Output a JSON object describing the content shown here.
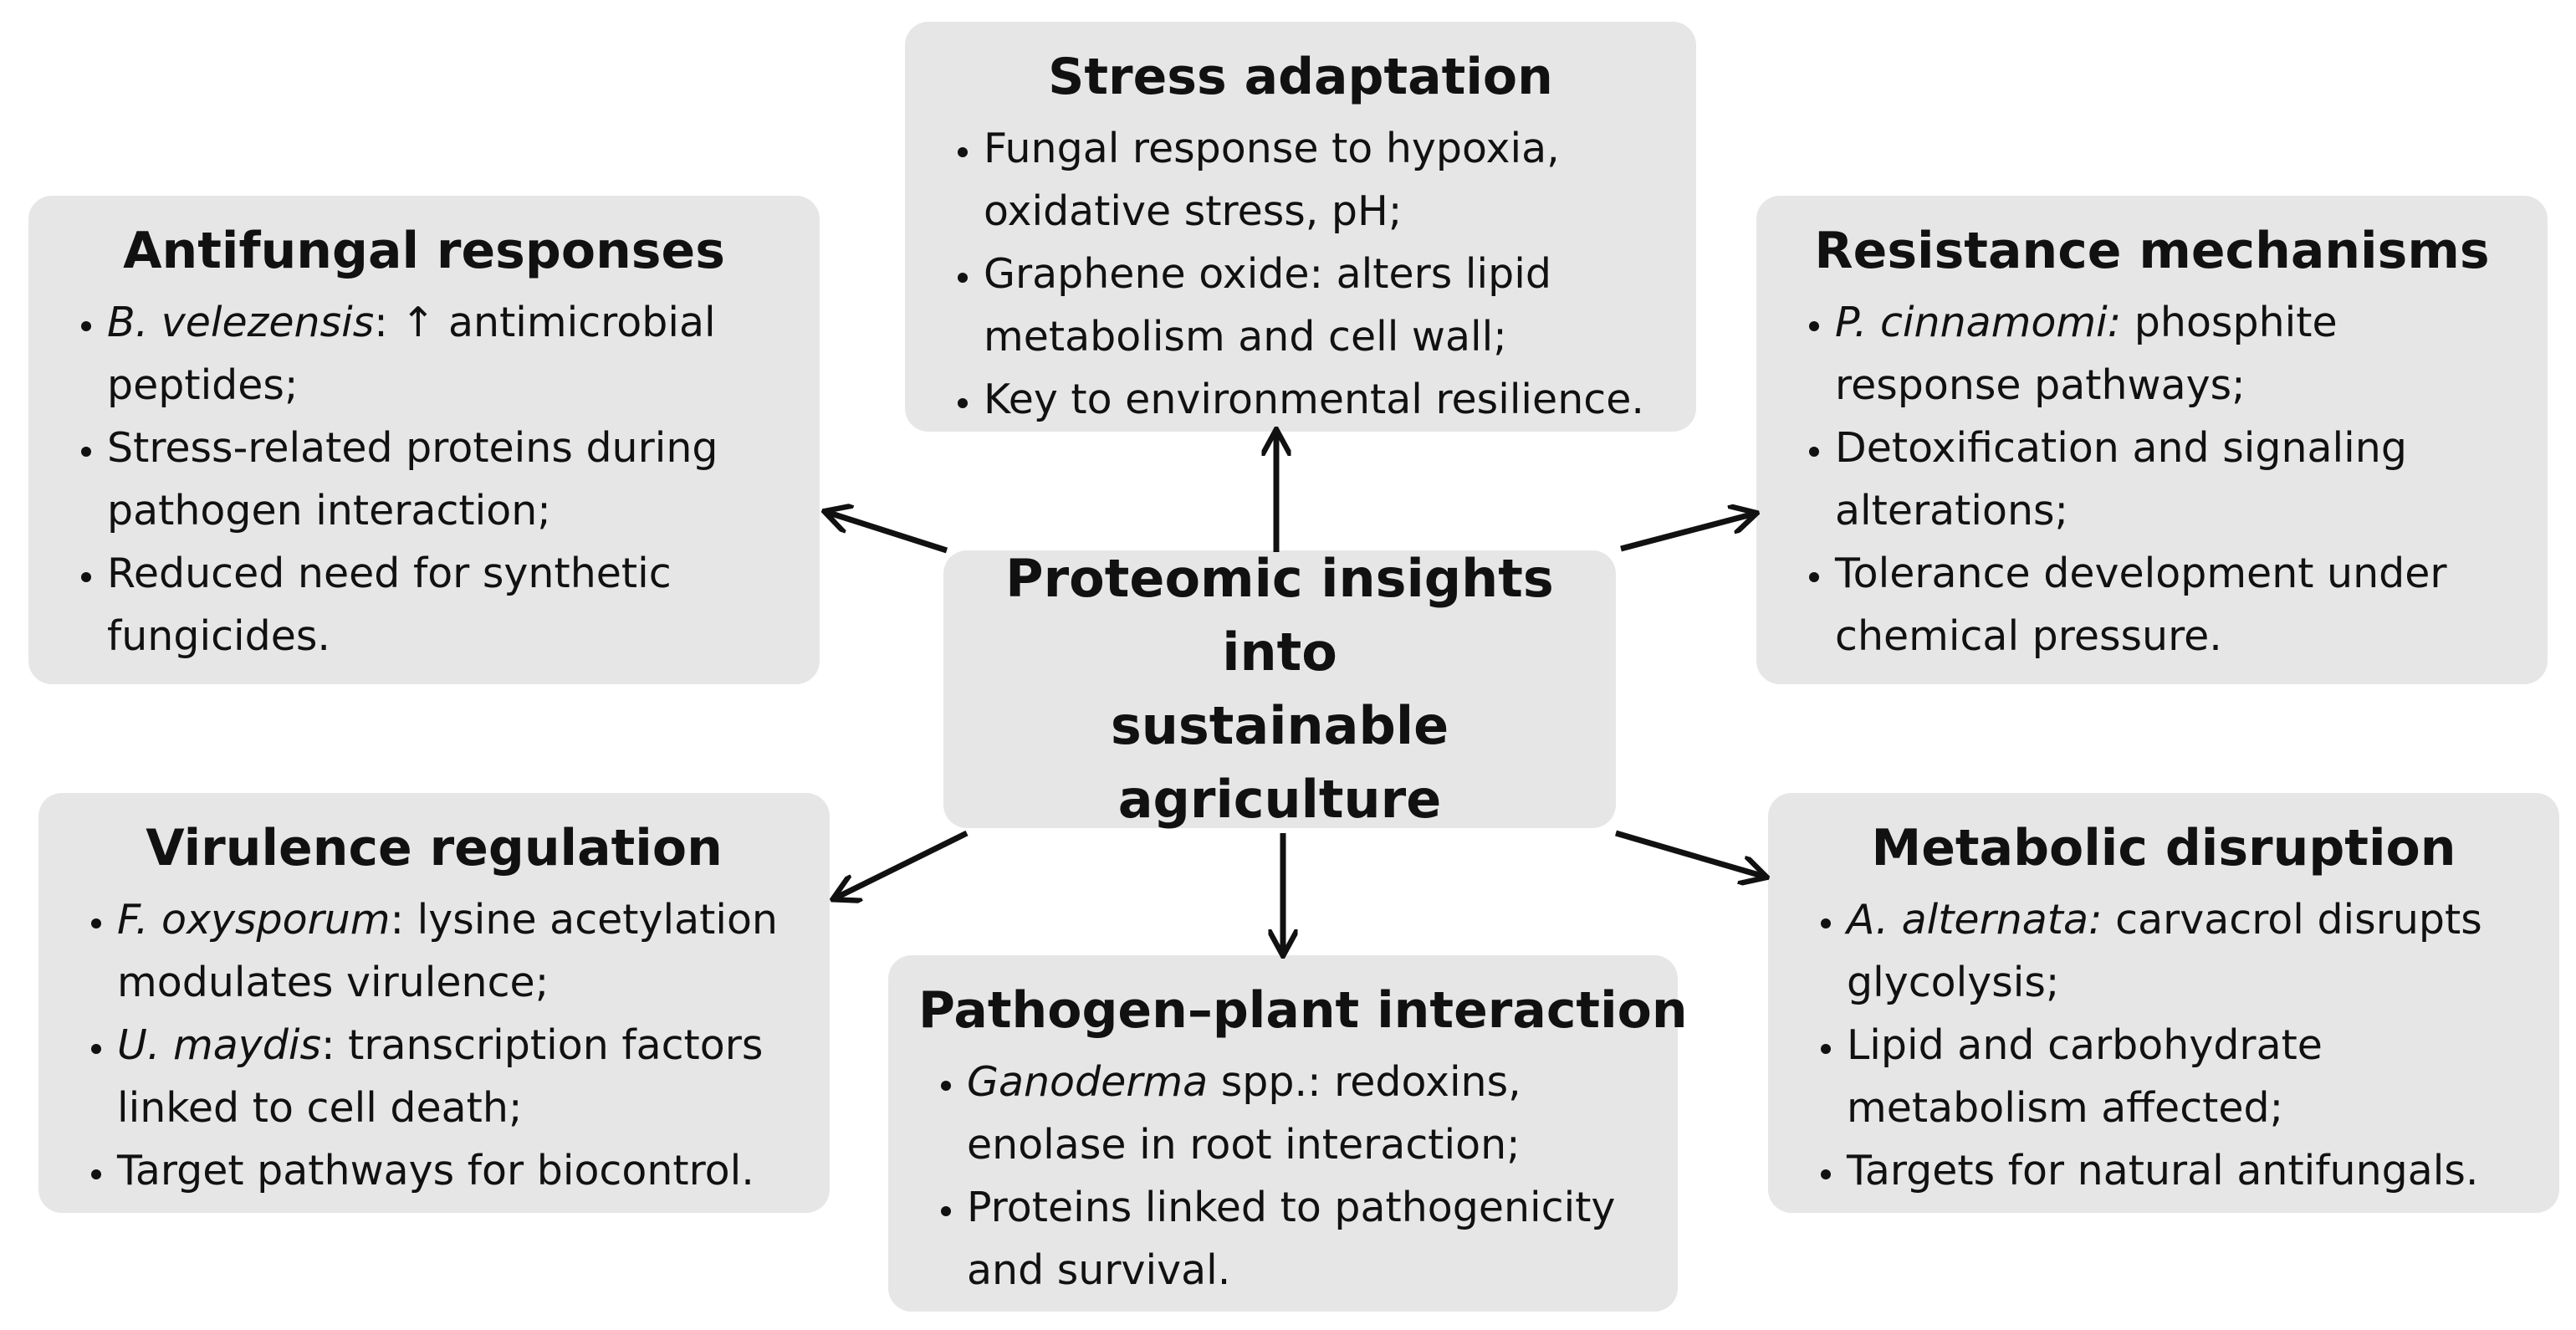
{
  "center": {
    "title": "Proteomic insights into\nsustainable agriculture"
  },
  "boxes": {
    "stress": {
      "title": "Stress adaptation",
      "b1": "Fungal response to hypoxia, oxidative stress, pH;",
      "b2": "Graphene oxide: alters lipid metabolism and cell wall;",
      "b3": "Key to environmental resilience."
    },
    "antifungal": {
      "title": "Antifungal responses",
      "b1_species": "B. velezensis",
      "b1_text": ": ↑ antimicrobial peptides;",
      "b2": "Stress-related proteins during pathogen interaction;",
      "b3": "Reduced need for synthetic fungicides."
    },
    "resistance": {
      "title": "Resistance mechanisms",
      "b1_species": "P. cinnamomi:",
      "b1_text": " phosphite response pathways;",
      "b2": "Detoxification and signaling alterations;",
      "b3": "Tolerance development under chemical pressure."
    },
    "virulence": {
      "title": "Virulence regulation",
      "b1_species": "F. oxysporum",
      "b1_text": ": lysine acetylation modulates virulence;",
      "b2_species": "U. maydis",
      "b2_text": ": transcription factors linked to cell death;",
      "b3": "Target pathways for biocontrol."
    },
    "pathogen": {
      "title": "Pathogen–plant interaction",
      "b1_species": "Ganoderma",
      "b1_text": " spp.: redoxins, enolase in root interaction;",
      "b2": "Proteins linked to pathogenicity and survival."
    },
    "metabolic": {
      "title": "Metabolic disruption",
      "b1_species": "A. alternata:",
      "b1_text": " carvacrol disrupts glycolysis;",
      "b2": "Lipid and carbohydrate metabolism affected;",
      "b3": "Targets for natural antifungals."
    }
  },
  "colors": {
    "box_fill": "#e6e6e6",
    "arrow": "#111111",
    "text": "#111111"
  }
}
